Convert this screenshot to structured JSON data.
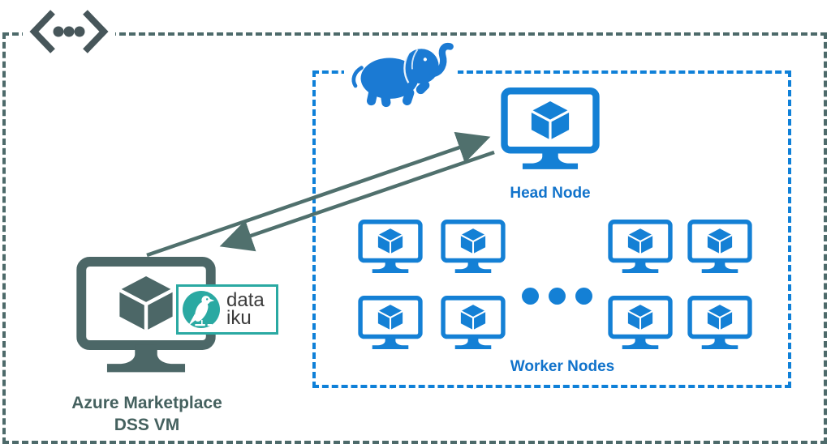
{
  "labels": {
    "head_node": "Head Node",
    "worker_nodes": "Worker Nodes",
    "dss_vm_line1": "Azure Marketplace",
    "dss_vm_line2": "DSS VM"
  },
  "dataiku_logo": {
    "line1": "data",
    "line2": "iku"
  },
  "cluster": {
    "visible_worker_count": 8,
    "ellipsis_visible": true
  },
  "icons": {
    "code_icon": "angle-brackets-with-dots",
    "hadoop_elephant_icon": "hadoop-elephant",
    "head_node_icon": "vm-monitor-with-cube",
    "worker_node_icon": "vm-monitor-with-cube",
    "dss_vm_icon": "vm-monitor-with-cube",
    "dataiku_bird_icon": "dataiku-bird",
    "ellipsis_icon": "three-dots"
  },
  "colors": {
    "azure_blue": "#1480d5",
    "cluster_border_blue": "#0f80d8",
    "label_blue": "#1173cb",
    "teal_dark": "#4c6767",
    "outer_border_teal": "#4d6a6a",
    "arrow_teal": "#50706d",
    "dataiku_teal": "#2aa9a2",
    "logo_text_dark": "#3c3c3c"
  }
}
